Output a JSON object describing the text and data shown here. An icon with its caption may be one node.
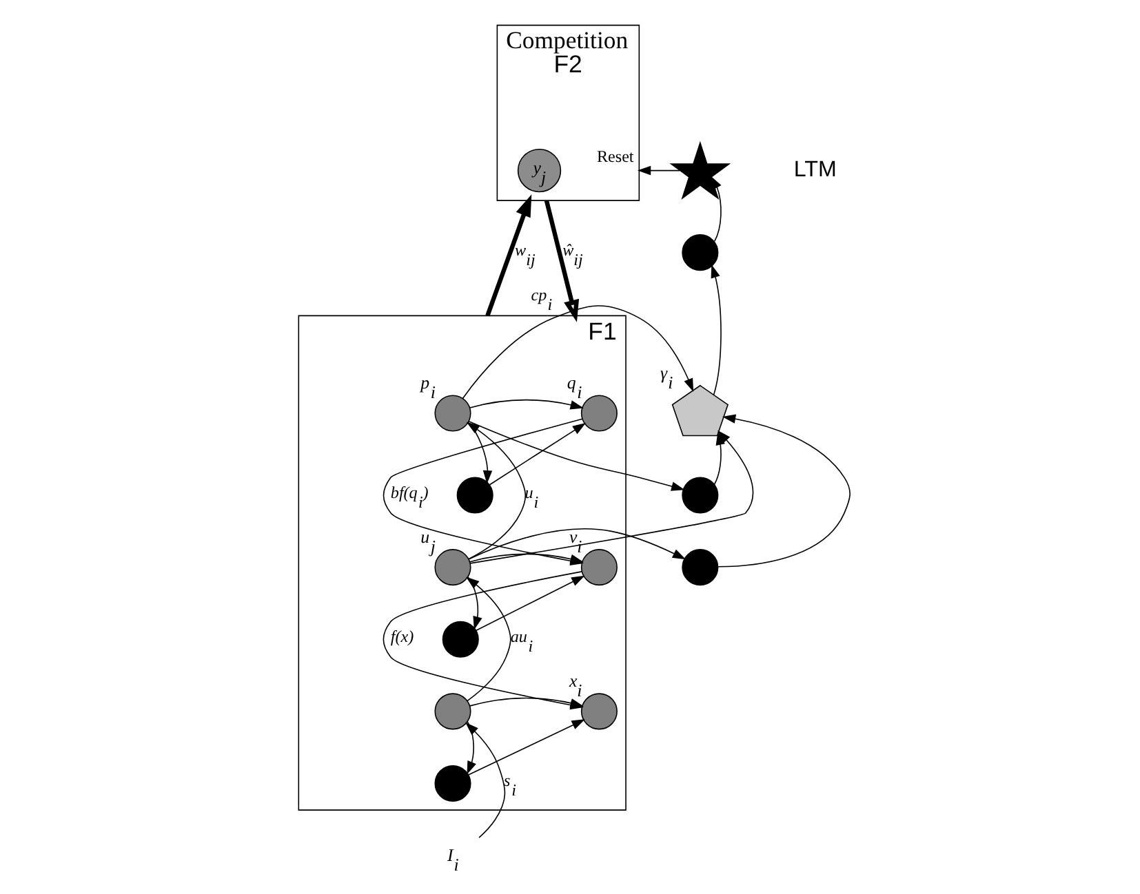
{
  "diagram": {
    "nodes": [
      {
        "text": [
          "Competition"
        ],
        "beside": [
          "F2"
        ]
      },
      {
        "text": [
          "y$_{j}$"
        ],
        "in": 0
      },
      {
        "text": [],
        "shape": "box",
        "beside": [
          "F1"
        ]
      },
      {
        "text": [],
        "shape": "star"
      },
      {
        "text": [],
        "shape": "circle"
      },
      {
        "text": [],
        "shape": "pentagon",
        "beside": [
          "γ$_{i}$"
        ]
      },
      {
        "text": [],
        "shape": "circle"
      },
      {
        "text": [],
        "shape": "circle"
      },
      {
        "text": [],
        "shape": "circle",
        "in": 2,
        "beside": [
          "p$_{i}$"
        ]
      },
      {
        "text": [],
        "shape": "circle",
        "in": 2,
        "beside": [
          "q$_{i}$"
        ]
      },
      {
        "text": [],
        "shape": "circle",
        "in": 2
      },
      {
        "text": [],
        "shape": "circle",
        "in": 2,
        "beside": [
          "u$_{j}$"
        ]
      },
      {
        "text": [],
        "shape": "circle",
        "in": 2,
        "beside": [
          "v$_{i}$"
        ]
      },
      {
        "text": [],
        "shape": "circle",
        "in": 2
      },
      {
        "text": [],
        "shape": "circle",
        "in": 2
      },
      {
        "text": [],
        "shape": "circle",
        "in": 2,
        "beside": [
          "x$_{i}$"
        ]
      },
      {
        "text": [],
        "shape": "circle",
        "in": 2
      },
      {
        "text": [
          "I$_{i}$"
        ]
      }
    ],
    "edges": [
      {
        "from": 17,
        "to": 14,
        "arrow": "to",
        "label": "s$_{i}$"
      },
      {
        "from": 14,
        "to": 11,
        "arrow": "to",
        "label": "au$_{i}$"
      },
      {
        "from": 11,
        "to": 8,
        "arrow": "to",
        "label": "u$_{i}$"
      },
      {
        "from": 8,
        "to": 9,
        "arrow": "to"
      },
      {
        "from": 8,
        "to": 10,
        "arrow": "to"
      },
      {
        "from": 10,
        "to": 9,
        "arrow": "to"
      },
      {
        "from": 11,
        "to": 12,
        "arrow": "to"
      },
      {
        "from": 11,
        "to": 13,
        "arrow": "to"
      },
      {
        "from": 13,
        "to": 12,
        "arrow": "to"
      },
      {
        "from": 14,
        "to": 15,
        "arrow": "to"
      },
      {
        "from": 14,
        "to": 16,
        "arrow": "to"
      },
      {
        "from": 16,
        "to": 15,
        "arrow": "to"
      },
      {
        "from": 9,
        "to": 12,
        "arrow": "to",
        "label": "bf(q$_{i}$)"
      },
      {
        "from": 12,
        "to": 15,
        "arrow": "to",
        "label": "f(x)"
      },
      {
        "from": 8,
        "to": 5,
        "arrow": "to",
        "label": "cp$_{i}$"
      },
      {
        "from": 8,
        "to": 6,
        "arrow": "to"
      },
      {
        "from": 6,
        "to": 5,
        "arrow": "to"
      },
      {
        "from": 11,
        "to": 7,
        "arrow": "to"
      },
      {
        "from": 7,
        "to": 5,
        "arrow": "to"
      },
      {
        "from": 11,
        "to": 5,
        "arrow": "to"
      },
      {
        "from": 5,
        "to": 4,
        "arrow": "to"
      },
      {
        "from": 4,
        "to": 3,
        "arrow": "to"
      },
      {
        "from": 3,
        "to": 0,
        "arrow": "to",
        "label": "Reset"
      },
      {
        "from": 2,
        "to": 0,
        "arrow": "to",
        "label": "w$_{ij}$",
        "style": "thick"
      },
      {
        "from": 0,
        "to": 2,
        "arrow": "to",
        "label": "ŵ$_{ij}$",
        "style": "thick"
      }
    ],
    "labels": [
      "LTM"
    ]
  }
}
